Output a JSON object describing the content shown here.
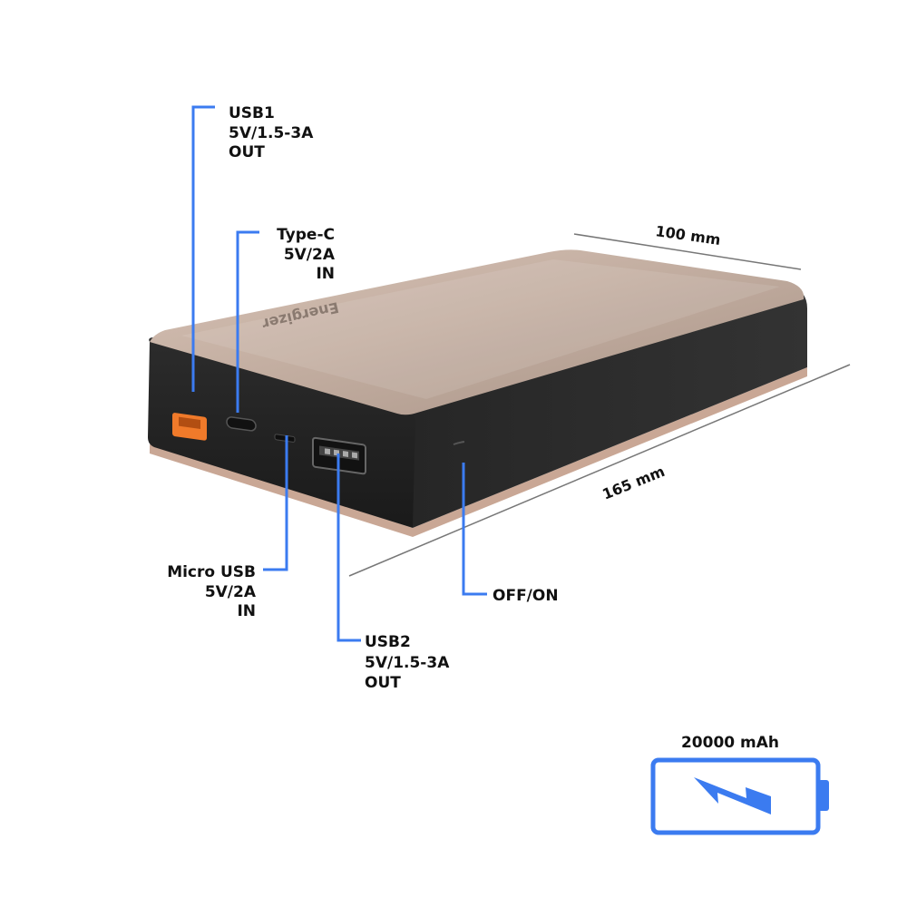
{
  "product": {
    "brand_text": "Energizer",
    "accent_color": "#3b7bf0",
    "usb1_port_color": "#f07a2a"
  },
  "labels": {
    "usb1": [
      "USB1",
      "5V/1.5-3A",
      "OUT"
    ],
    "type_c": [
      "Type-C",
      "5V/2A",
      "IN"
    ],
    "micro_usb": [
      "Micro USB",
      "5V/2A",
      "IN"
    ],
    "usb2": [
      "USB2",
      "5V/1.5-3A",
      "OUT"
    ],
    "power": [
      "OFF/ON"
    ]
  },
  "dimensions": {
    "width": "100  mm",
    "length": "165 mm"
  },
  "battery": {
    "capacity": "20000 mAh",
    "icon": "battery-charging-icon"
  }
}
